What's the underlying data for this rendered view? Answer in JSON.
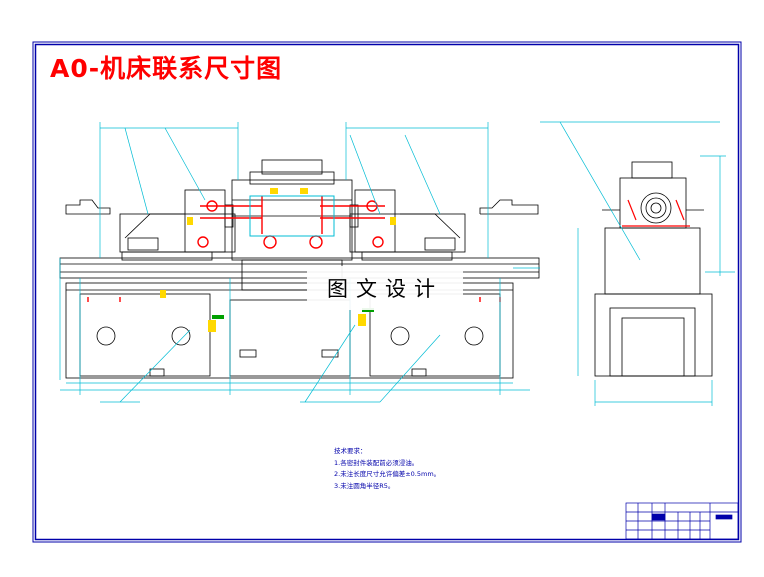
{
  "drawing": {
    "title": "A0-机床联系尺寸图",
    "watermark": "图文设计",
    "notes": {
      "heading": "技术要求：",
      "items": [
        "1.各密封件装配前必须浸油。",
        "2.未注长度尺寸允许偏差±0.5mm。",
        "3.未注圆角半径R5。"
      ]
    },
    "colors": {
      "title": "#ff0000",
      "frame": "#0000aa",
      "outline": "#000000",
      "dimension": "#00bcd4",
      "hatch": "#ff0000",
      "accent": "#ffd800",
      "green": "#00a000"
    }
  }
}
